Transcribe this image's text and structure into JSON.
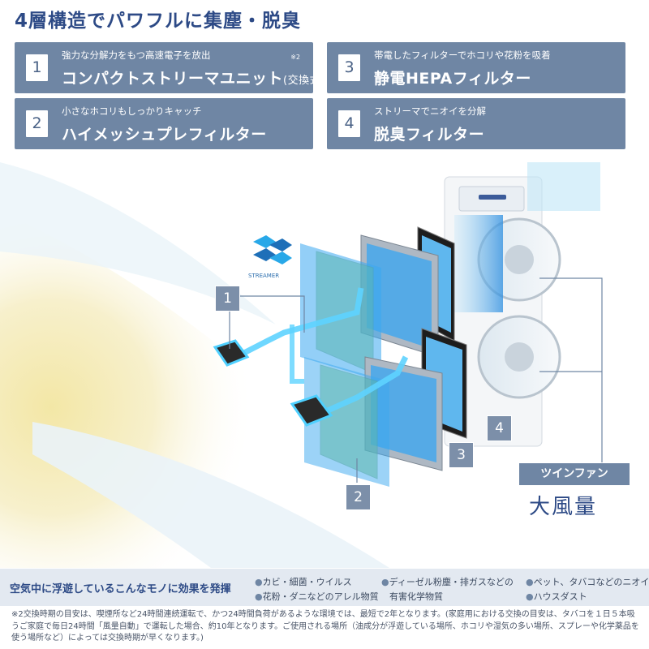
{
  "title": "4層構造でパワフルに集塵・脱臭",
  "cards": [
    {
      "num": "1",
      "sub": "強力な分解力をもつ高速電子を放出",
      "main": "コンパクトストリーマユニット",
      "paren": "(交換式)",
      "note": "※2"
    },
    {
      "num": "2",
      "sub": "小さなホコリもしっかりキャッチ",
      "main": "ハイメッシュプレフィルター"
    },
    {
      "num": "3",
      "sub": "帯電したフィルターでホコリや花粉を吸着",
      "main": "静電HEPAフィルター"
    },
    {
      "num": "4",
      "sub": "ストリーマでニオイを分解",
      "main": "脱臭フィルター"
    }
  ],
  "streamer_logo_text": "STREAMER",
  "markers": [
    "1",
    "2",
    "3",
    "4"
  ],
  "twin_fan": "ツインファン",
  "airflow": "大風量",
  "effects": {
    "lead": "空気中に浮遊しているこんなモノに効果を発揮",
    "items": [
      "カビ・細菌・ウイルス",
      "花粉・ダニなどのアレル物質",
      "ディーゼル粉塵・排ガスなどの",
      "有害化学物質",
      "ペット、タバコなどのニオイ",
      "ハウスダスト"
    ]
  },
  "footnote": "※2交換時期の目安は、喫煙所など24時間連続運転で、かつ24時間負荷があるような環境では、最短で2年となります。(家庭用における交換の目安は、タバコを１日５本吸うご家庭で毎日24時間「風量自動」で運転した場合、約10年となります。ご使用される場所（油成分が浮遊している場所、ホコリや湿気の多い場所、スプレーや化学薬品を使う場所など）によっては交換時期が早くなります。)",
  "colors": {
    "accent": "#2d4a86",
    "card": "#6f86a4",
    "bar": "#e3e9f1",
    "glow": "#3fb6f0"
  }
}
